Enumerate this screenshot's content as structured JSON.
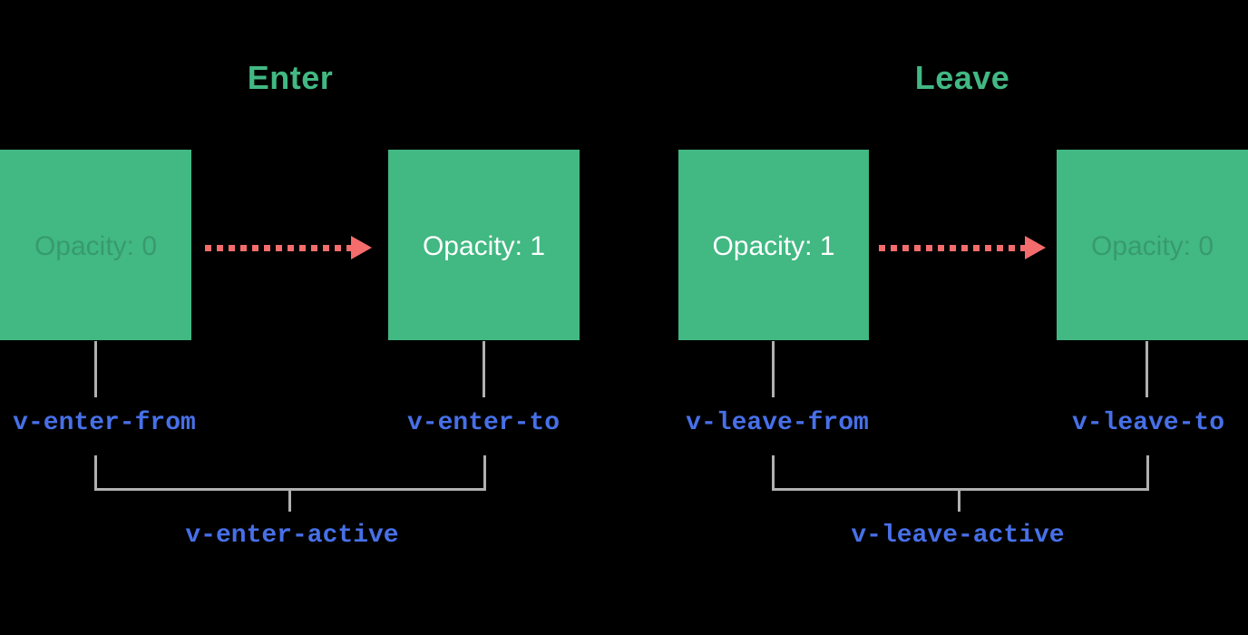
{
  "diagram": {
    "enter": {
      "title": "Enter",
      "from_box_text": "Opacity: 0",
      "to_box_text": "Opacity: 1",
      "from_label": "v-enter-from",
      "to_label": "v-enter-to",
      "active_label": "v-enter-active"
    },
    "leave": {
      "title": "Leave",
      "from_box_text": "Opacity: 1",
      "to_box_text": "Opacity: 0",
      "from_label": "v-leave-from",
      "to_label": "v-leave-to",
      "active_label": "v-leave-active"
    },
    "colors": {
      "background": "#000000",
      "box_green": "#42b883",
      "title_green": "#42b883",
      "arrow_red": "#f56c6c",
      "label_blue": "#4770e8",
      "line_gray": "#b0b0b0",
      "box_text_white": "#ffffff"
    }
  }
}
